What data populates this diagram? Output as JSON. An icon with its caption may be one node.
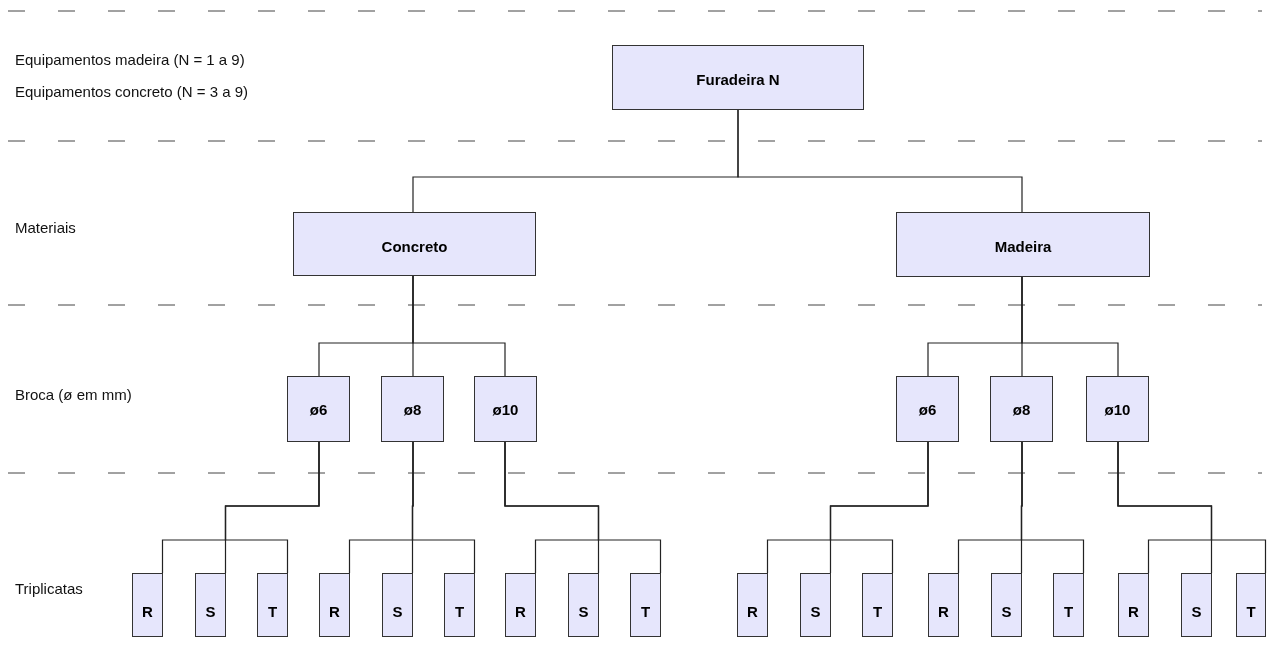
{
  "diagram": {
    "nodes": [
      {
        "text": [
          "Furadeira N"
        ]
      },
      {
        "text": [
          "Concreto"
        ]
      },
      {
        "text": [
          "Madeira"
        ]
      },
      {
        "text": [
          "ø6"
        ]
      },
      {
        "text": [
          "ø8"
        ]
      },
      {
        "text": [
          "ø10"
        ]
      },
      {
        "text": [
          "ø6"
        ]
      },
      {
        "text": [
          "ø8"
        ]
      },
      {
        "text": [
          "ø10"
        ]
      },
      {
        "text": [
          "R"
        ]
      },
      {
        "text": [
          "S"
        ]
      },
      {
        "text": [
          "T"
        ]
      },
      {
        "text": [
          "R"
        ]
      },
      {
        "text": [
          "S"
        ]
      },
      {
        "text": [
          "T"
        ]
      },
      {
        "text": [
          "R"
        ]
      },
      {
        "text": [
          "S"
        ]
      },
      {
        "text": [
          "T"
        ]
      },
      {
        "text": [
          "R"
        ]
      },
      {
        "text": [
          "S"
        ]
      },
      {
        "text": [
          "T"
        ]
      },
      {
        "text": [
          "R"
        ]
      },
      {
        "text": [
          "S"
        ]
      },
      {
        "text": [
          "T"
        ]
      },
      {
        "text": [
          "R"
        ]
      },
      {
        "text": [
          "S"
        ]
      },
      {
        "text": [
          "T"
        ]
      }
    ],
    "edges": [
      {
        "from": 0,
        "to": 1,
        "arrow": "none"
      },
      {
        "from": 0,
        "to": 2,
        "arrow": "none"
      },
      {
        "from": 1,
        "to": 3,
        "arrow": "none"
      },
      {
        "from": 1,
        "to": 4,
        "arrow": "none"
      },
      {
        "from": 1,
        "to": 5,
        "arrow": "none"
      },
      {
        "from": 2,
        "to": 6,
        "arrow": "none"
      },
      {
        "from": 2,
        "to": 7,
        "arrow": "none"
      },
      {
        "from": 2,
        "to": 8,
        "arrow": "none"
      },
      {
        "from": 3,
        "to": 9,
        "arrow": "none"
      },
      {
        "from": 3,
        "to": 10,
        "arrow": "none"
      },
      {
        "from": 3,
        "to": 11,
        "arrow": "none"
      },
      {
        "from": 4,
        "to": 12,
        "arrow": "none"
      },
      {
        "from": 4,
        "to": 13,
        "arrow": "none"
      },
      {
        "from": 4,
        "to": 14,
        "arrow": "none"
      },
      {
        "from": 5,
        "to": 15,
        "arrow": "none"
      },
      {
        "from": 5,
        "to": 16,
        "arrow": "none"
      },
      {
        "from": 5,
        "to": 17,
        "arrow": "none"
      },
      {
        "from": 6,
        "to": 18,
        "arrow": "none"
      },
      {
        "from": 6,
        "to": 19,
        "arrow": "none"
      },
      {
        "from": 6,
        "to": 20,
        "arrow": "none"
      },
      {
        "from": 7,
        "to": 21,
        "arrow": "none"
      },
      {
        "from": 7,
        "to": 22,
        "arrow": "none"
      },
      {
        "from": 7,
        "to": 23,
        "arrow": "none"
      },
      {
        "from": 8,
        "to": 24,
        "arrow": "none"
      },
      {
        "from": 8,
        "to": 25,
        "arrow": "none"
      },
      {
        "from": 8,
        "to": 26,
        "arrow": "none"
      }
    ],
    "labels": [
      "Equipamentos madeira (N = 1 a 9)",
      "Equipamentos concreto (N = 3 a 9)",
      "Materiais",
      "Broca (ø em mm)",
      "Triplicatas"
    ]
  }
}
